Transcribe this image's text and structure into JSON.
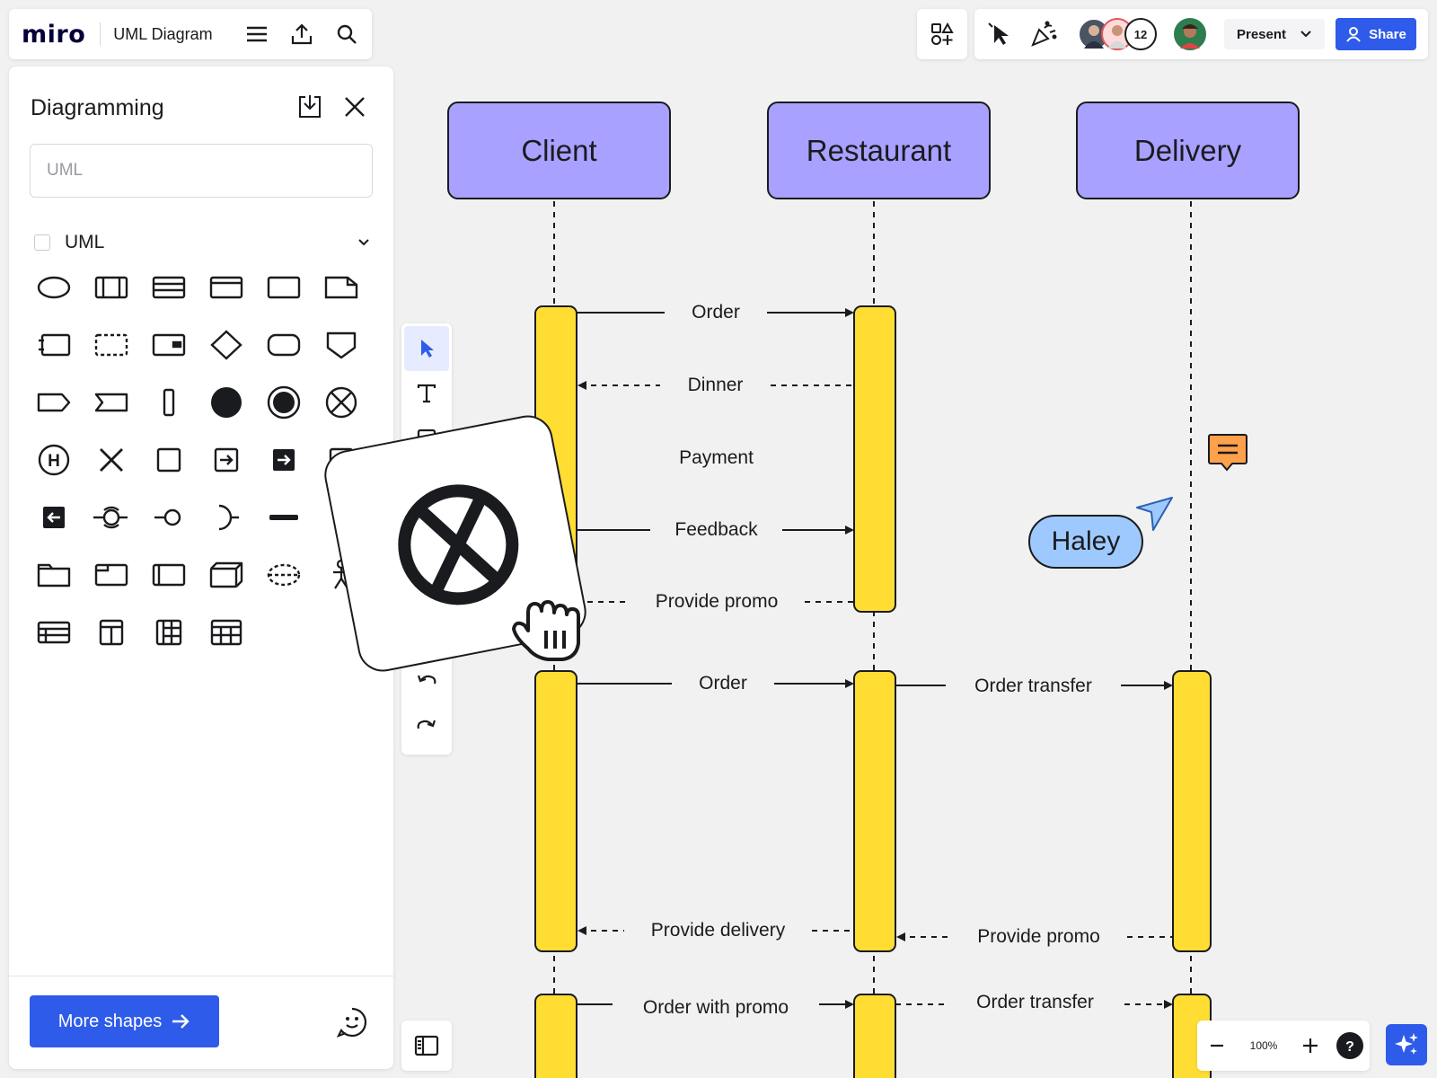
{
  "app": {
    "logo": "miro",
    "board_title": "UML Diagram"
  },
  "top_right": {
    "collaborator_count": "12",
    "present_label": "Present",
    "share_label": "Share"
  },
  "panel": {
    "title": "Diagramming",
    "search_placeholder": "UML",
    "category": "UML",
    "shapes": [
      "ellipse",
      "class",
      "class-list",
      "frame",
      "rectangle",
      "note",
      "component",
      "package-dashed",
      "entity",
      "decision",
      "rounded-rectangle",
      "pentagon",
      "tag",
      "signal-receive",
      "lifeline-bar",
      "initial-state",
      "final-state",
      "terminate",
      "history",
      "destroy",
      "square",
      "entry-point",
      "exit-point",
      "document",
      "entry-arrow",
      "interface-provided",
      "interface-small",
      "interface-required",
      "dash",
      "actor",
      "folder",
      "tab-folder",
      "frame-tab",
      "box-3d",
      "dashed-ellipse",
      "table",
      "table-rows",
      "table-columns",
      "table-grid",
      "grid"
    ],
    "more_shapes_label": "More shapes"
  },
  "zoom": {
    "level": "100%"
  },
  "canvas": {
    "lifelines": [
      "Client",
      "Restaurant",
      "Delivery"
    ],
    "messages": {
      "m1": "Order",
      "m2": "Dinner",
      "m3": "Payment",
      "m4": "Feedback",
      "m5": "Provide promo",
      "m6": "Order",
      "m7": "Order transfer",
      "m8": "Provide delivery",
      "m9": "Provide promo",
      "m10": "Order with promo",
      "m11": "Order transfer"
    },
    "cursor_name": "Haley"
  },
  "colors": {
    "accent": "#2f5bea",
    "lifeline_head": "#a8a1ff",
    "activation": "#ffdd33",
    "cursor_tag": "#9ec9ff",
    "comment": "#ffa14a"
  }
}
